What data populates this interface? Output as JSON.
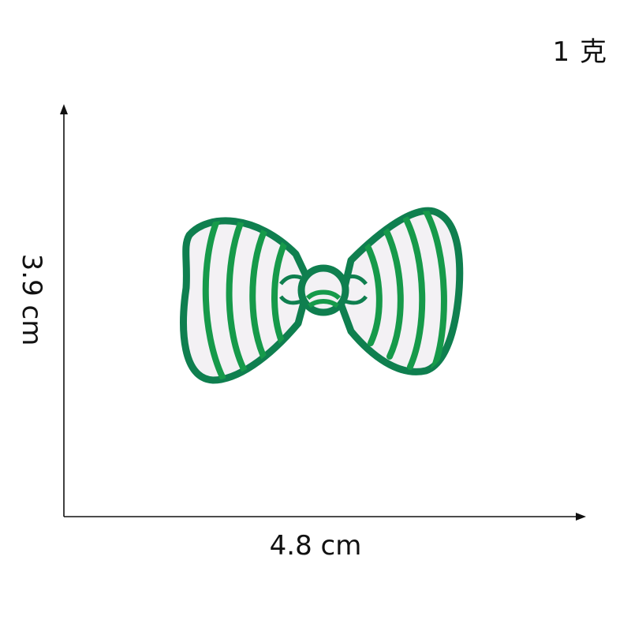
{
  "weight_label": "1 克",
  "dimensions": {
    "width_label": "4.8 cm",
    "height_label": "3.9 cm"
  },
  "patch": {
    "subject": "embroidered bow tie patch",
    "colors": {
      "thread_green": "#169a4a",
      "border_green": "#0f7f4f",
      "fill_white": "#f3f1f4"
    }
  }
}
